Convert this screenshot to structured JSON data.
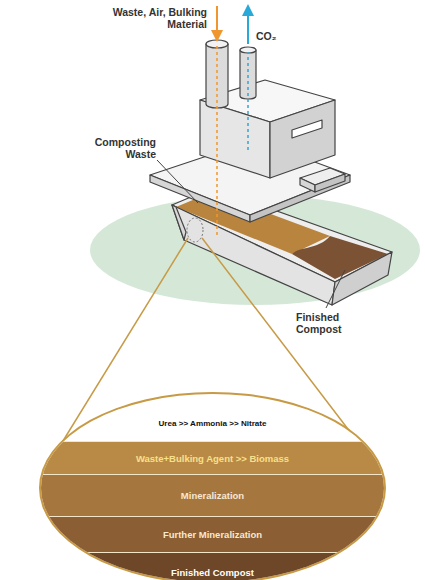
{
  "diagram": {
    "nodes": [
      {
        "text": [
          "Urea >> Ammonia >> Nitrate"
        ]
      },
      {
        "text": [
          "Waste+Bulking Agent >> Biomass"
        ],
        "in": 0
      },
      {
        "text": [
          "Mineralization"
        ],
        "in": 0
      },
      {
        "text": [
          "Further Mineralization"
        ],
        "in": 0
      },
      {
        "text": [
          "Finished Compost"
        ],
        "in": 0
      }
    ],
    "labels": [
      "Waste, Air, Bulking Material",
      "CO₂",
      "Composting Waste",
      "Finished Compost"
    ]
  }
}
